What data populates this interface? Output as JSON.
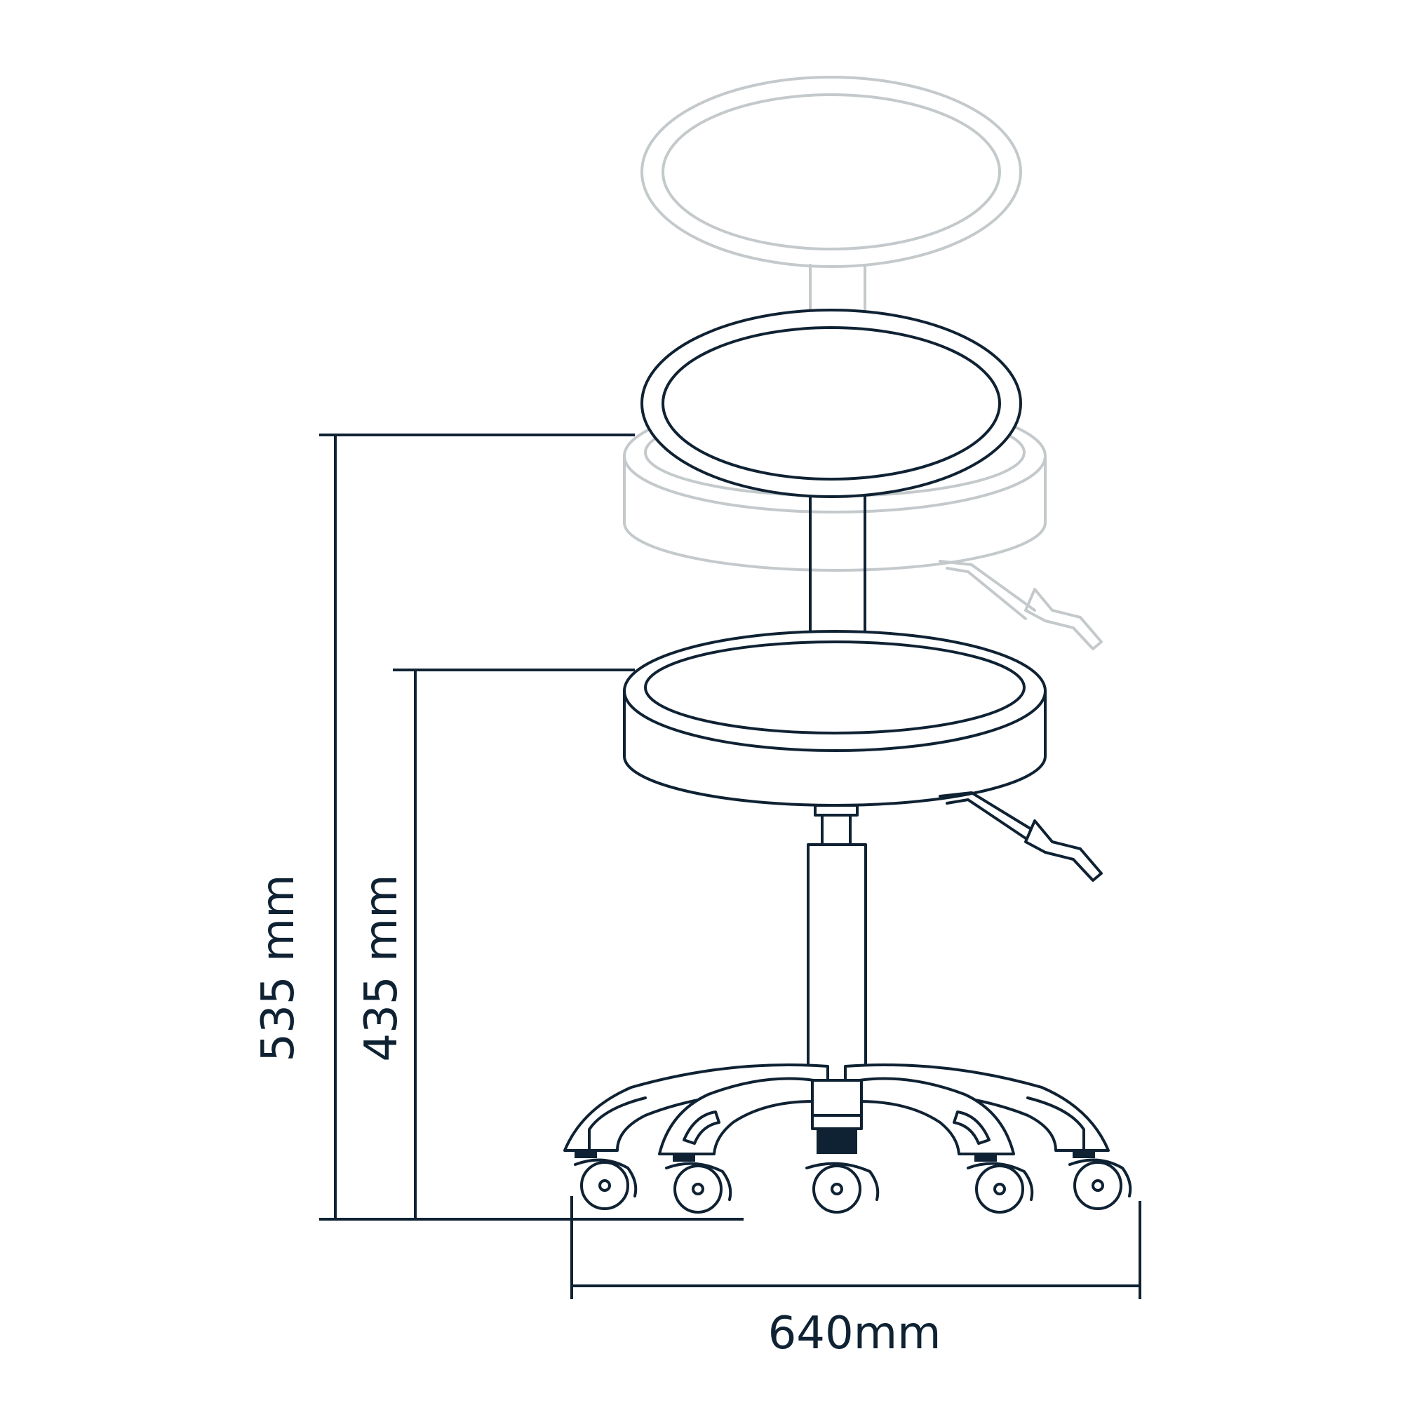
{
  "dimensions": {
    "total_height": "535 mm",
    "seat_height": "435 mm",
    "base_width": "640mm"
  },
  "colors": {
    "ink": "#0f2233",
    "ghost": "#c4c9cc",
    "background": "#ffffff"
  }
}
